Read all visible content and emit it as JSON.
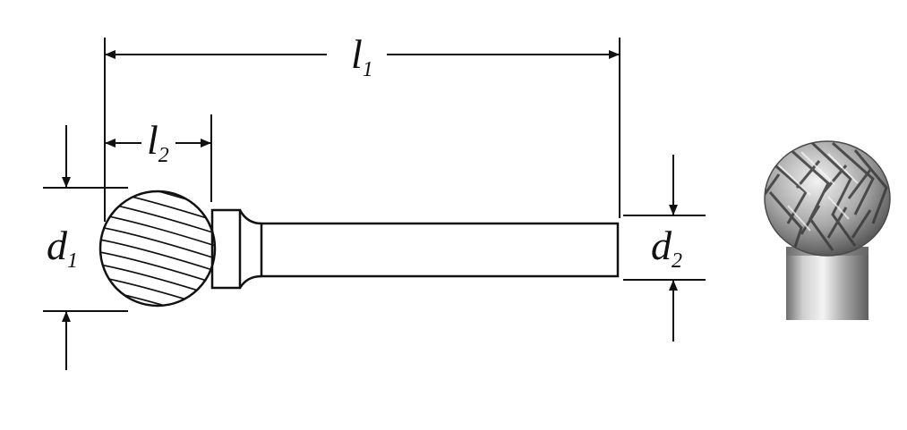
{
  "dimensions": {
    "l1": {
      "symbol": "l",
      "subscript": "1"
    },
    "l2": {
      "symbol": "l",
      "subscript": "2"
    },
    "d1": {
      "symbol": "d",
      "subscript": "1"
    },
    "d2": {
      "symbol": "d",
      "subscript": "2"
    }
  },
  "colors": {
    "line": "#111111",
    "background": "#ffffff",
    "photo_dark": "#5a5a5a",
    "photo_light": "#e6e6e6"
  },
  "icons": {
    "photo": "ball-burr-photo"
  }
}
